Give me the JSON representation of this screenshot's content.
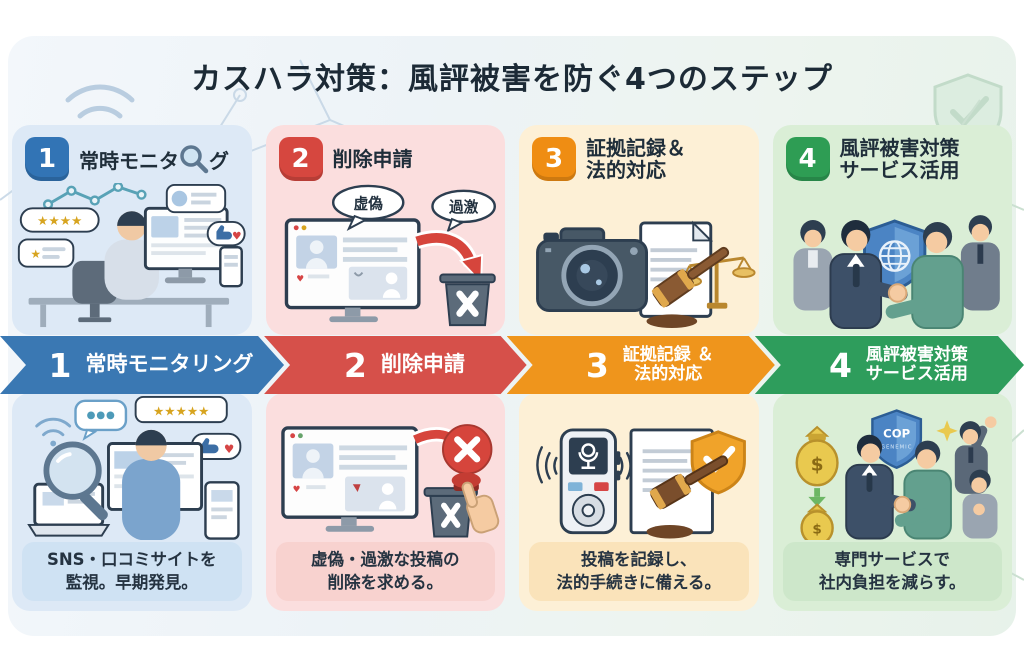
{
  "page": {
    "title": "カスハラ対策：風評被害を防ぐ4つのステップ"
  },
  "steps": [
    {
      "number": "1",
      "card_title": "常時モニタ",
      "card_title_suffix": "グ",
      "arrow_line1": "常時モニタリング",
      "desc_line1": "SNS・口コミサイトを",
      "desc_line2": "監視。早期発見。"
    },
    {
      "number": "2",
      "card_title": "削除申請",
      "arrow_line1": "削除申請",
      "desc_line1": "虚偽・過激な投稿の",
      "desc_line2": "削除を求める。",
      "bubbles": {
        "false_label": "虚偽",
        "extreme_label": "過激"
      }
    },
    {
      "number": "3",
      "card_title_line1": "証拠記録＆",
      "card_title_line2": "法的対応",
      "arrow_line1": "証拠記録 ＆",
      "arrow_line2": "法的対応",
      "desc_line1": "投稿を記録し、",
      "desc_line2": "法的手続きに備える。"
    },
    {
      "number": "4",
      "card_title_line1": "風評被害対策",
      "card_title_line2": "サービス活用",
      "arrow_line1": "風評被害対策",
      "arrow_line2": "サービス活用",
      "desc_line1": "専門サービスで",
      "desc_line2": "社内負担を減らす。",
      "shield_text_line1": "COP",
      "shield_text_line2": "GENEMIC",
      "money_symbol": "$"
    }
  ],
  "decor": {
    "stars_four": "★★★★",
    "stars_five": "★★★★★",
    "heart": "♥"
  },
  "colors": {
    "step1_accent": "#3a78b3",
    "step2_accent": "#d6504a",
    "step3_accent": "#ef951c",
    "step4_accent": "#2e9d5c",
    "step1_panel": "#dde9f6",
    "step2_panel": "#fbdede",
    "step3_panel": "#fdf0d6",
    "step4_panel": "#daeed6"
  }
}
